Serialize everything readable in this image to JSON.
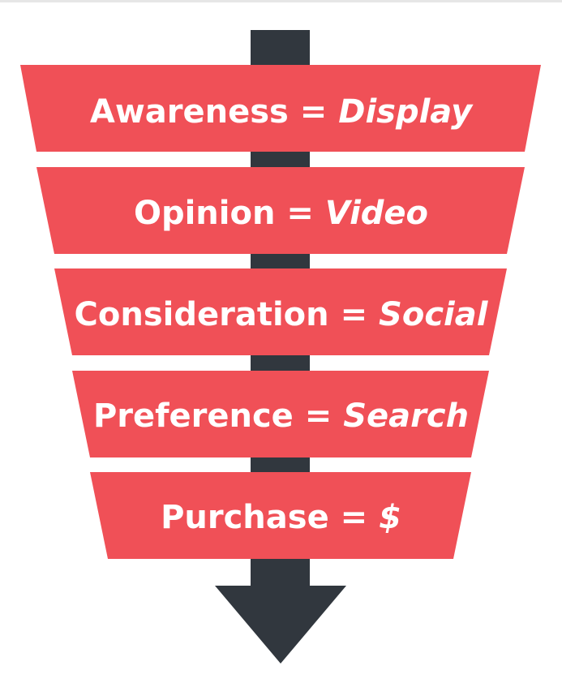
{
  "colors": {
    "band": "#f05057",
    "arrow": "#31373e",
    "text": "#ffffff",
    "background": "#ffffff"
  },
  "funnel": {
    "stages": [
      {
        "term": "Awareness",
        "equals": "=",
        "channel": "Display"
      },
      {
        "term": "Opinion",
        "equals": "=",
        "channel": "Video"
      },
      {
        "term": "Consideration",
        "equals": "=",
        "channel": "Social"
      },
      {
        "term": "Preference",
        "equals": "=",
        "channel": "Search"
      },
      {
        "term": "Purchase",
        "equals": "=",
        "channel": "$"
      }
    ]
  }
}
